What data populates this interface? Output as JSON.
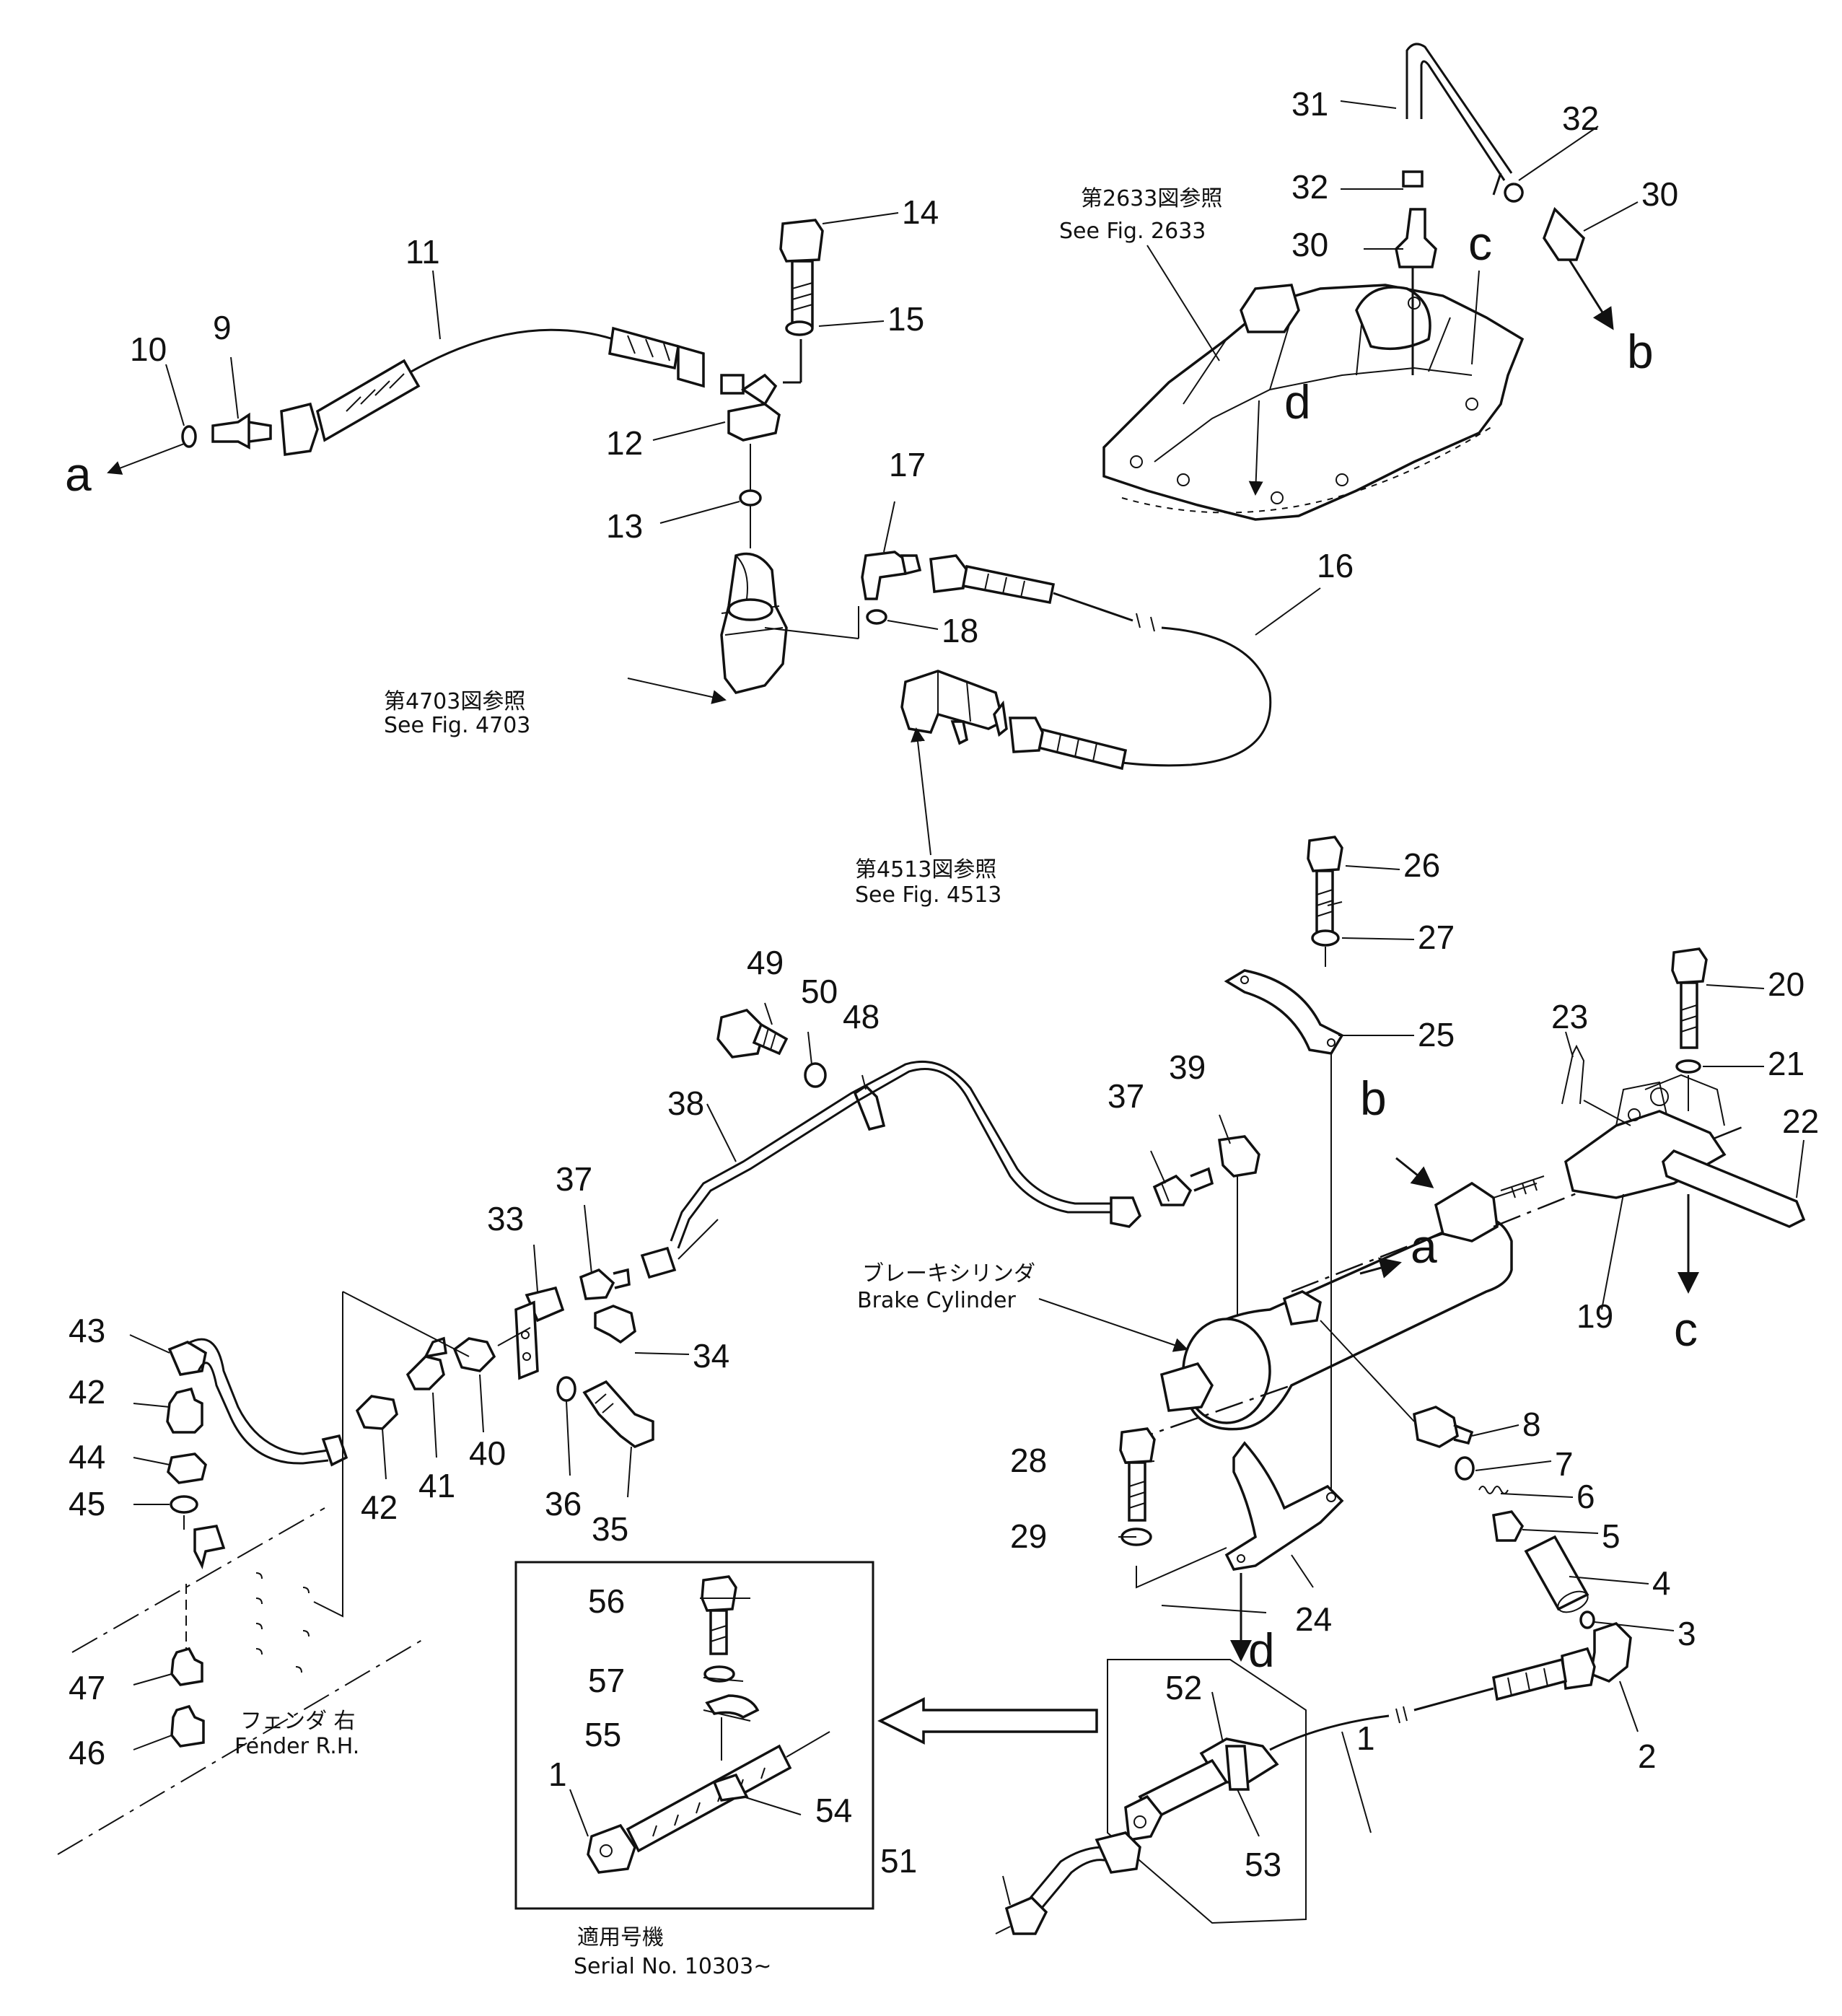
{
  "references": {
    "fig2633_jp": "第2633図参照",
    "fig2633_en": "See Fig. 2633",
    "fig4703_jp": "第4703図参照",
    "fig4703_en": "See Fig. 4703",
    "fig4513_jp": "第4513図参照",
    "fig4513_en": "See Fig. 4513",
    "brake_jp": "ブレーキシリンダ",
    "brake_en": "Brake Cylinder",
    "fender_jp": "フェンダ 右",
    "fender_en": "Fender R.H.",
    "serial_jp": "適用号機",
    "serial_en": "Serial No. 10303~"
  },
  "letters": {
    "a": "a",
    "b": "b",
    "c": "c",
    "d": "d"
  },
  "parts": {
    "p1": "1",
    "p2": "2",
    "p3": "3",
    "p4": "4",
    "p5": "5",
    "p6": "6",
    "p7": "7",
    "p8": "8",
    "p9": "9",
    "p10": "10",
    "p11": "11",
    "p12": "12",
    "p13": "13",
    "p14": "14",
    "p15": "15",
    "p16": "16",
    "p17": "17",
    "p18": "18",
    "p19": "19",
    "p20": "20",
    "p21": "21",
    "p22": "22",
    "p23": "23",
    "p24": "24",
    "p25": "25",
    "p26": "26",
    "p27": "27",
    "p28": "28",
    "p29": "29",
    "p30": "30",
    "p31": "31",
    "p32": "32",
    "p33": "33",
    "p34": "34",
    "p35": "35",
    "p36": "36",
    "p37": "37",
    "p38": "38",
    "p39": "39",
    "p40": "40",
    "p41": "41",
    "p42": "42",
    "p43": "43",
    "p44": "44",
    "p45": "45",
    "p46": "46",
    "p47": "47",
    "p48": "48",
    "p49": "49",
    "p50": "50",
    "p51": "51",
    "p52": "52",
    "p53": "53",
    "p54": "54",
    "p55": "55",
    "p56": "56",
    "p57": "57"
  }
}
